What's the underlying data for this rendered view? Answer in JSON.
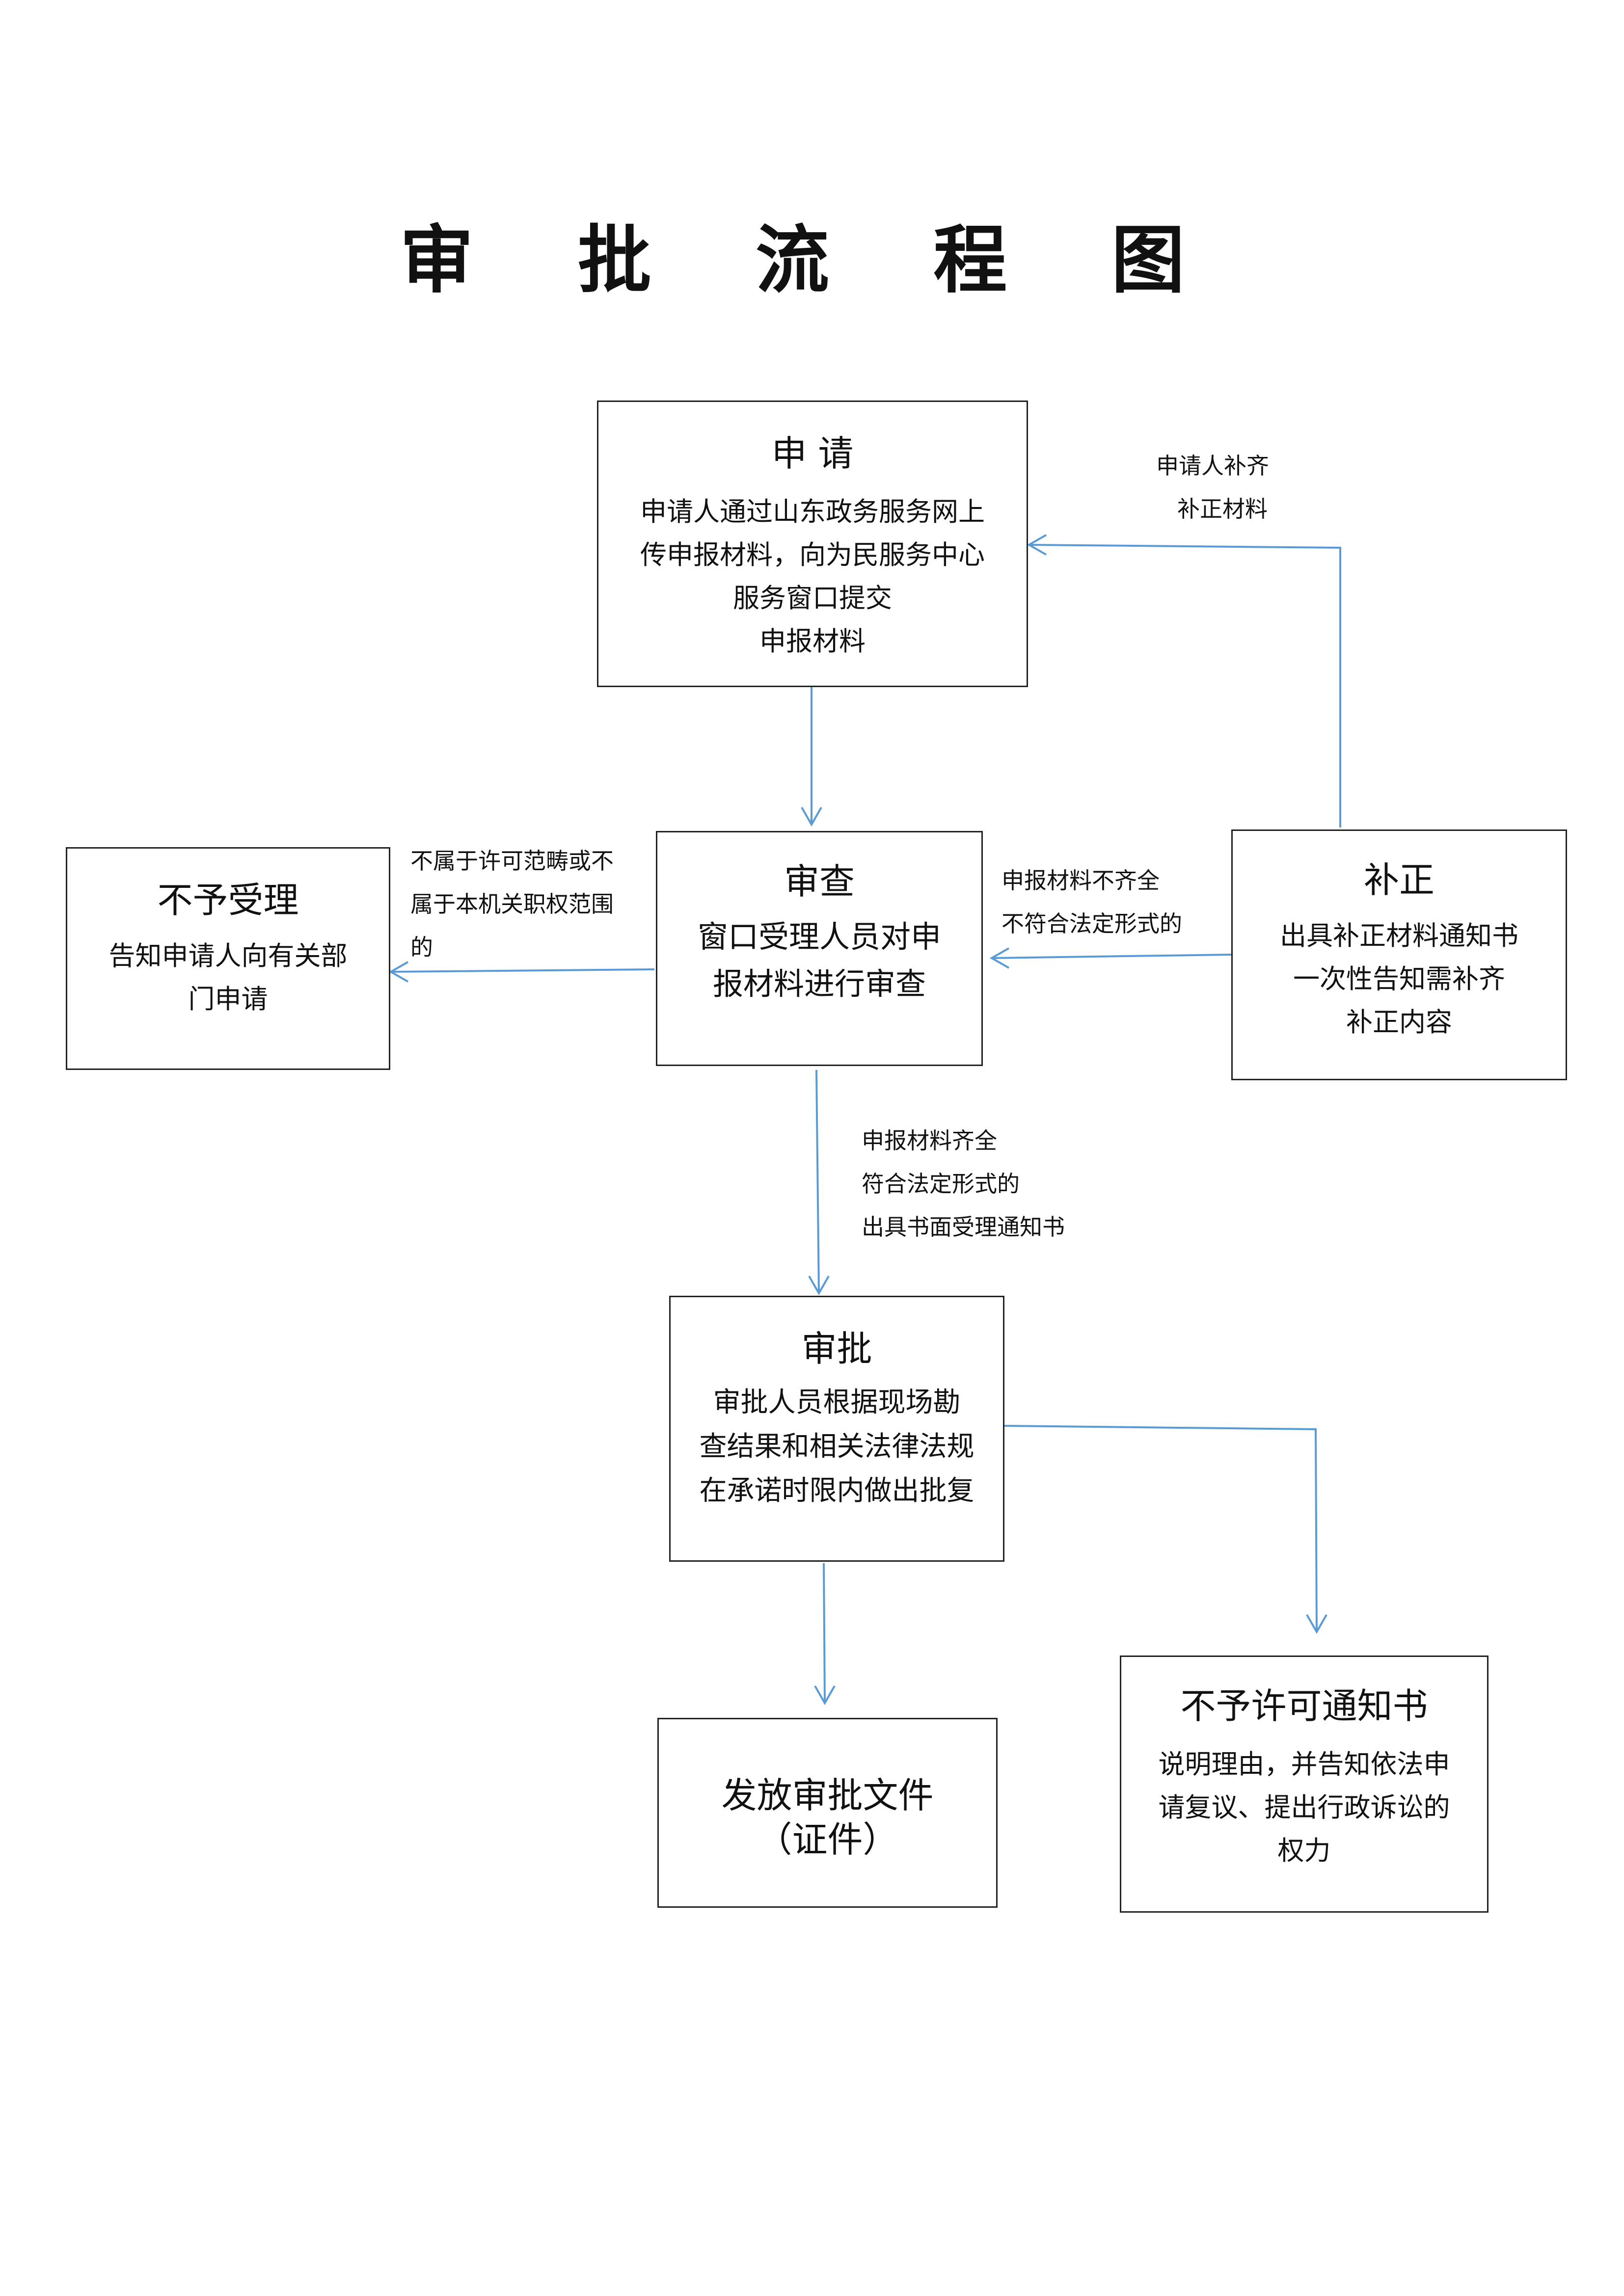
{
  "title": "审 批 流 程 图",
  "nodes": {
    "apply": {
      "title": "申 请",
      "lines": [
        "申请人通过山东政务服务网上",
        "传申报材料，向为民服务中心",
        "服务窗口提交",
        "申报材料"
      ]
    },
    "review": {
      "title": "审查",
      "lines": [
        "窗口受理人员对申",
        "报材料进行审查"
      ]
    },
    "reject": {
      "title": "不予受理",
      "lines": [
        "告知申请人向有关部",
        "门申请"
      ]
    },
    "supplement": {
      "title": "补正",
      "lines": [
        "出具补正材料通知书",
        "一次性告知需补齐",
        "补正内容"
      ]
    },
    "approve": {
      "title": "审批",
      "lines": [
        "审批人员根据现场勘",
        "查结果和相关法律法规",
        "在承诺时限内做出批复"
      ]
    },
    "issue": {
      "title": "发放审批文件",
      "lines": [
        "（证件）"
      ]
    },
    "deny": {
      "title": "不予许可通知书",
      "lines": [
        "说明理由，并告知依法申",
        "请复议、提出行政诉讼的",
        "权力"
      ]
    }
  },
  "edge_labels": {
    "resubmit": [
      "申请人补齐",
      "补正材料"
    ],
    "out_of_scope": [
      "不属于许可范畴或不",
      "属于本机关职权范围",
      "的"
    ],
    "incomplete": [
      "申报材料不齐全",
      "不符合法定形式的"
    ],
    "complete": [
      "申报材料齐全",
      "符合法定形式的",
      "出具书面受理通知书"
    ]
  },
  "colors": {
    "arrow": "#5b9bd5",
    "border": "#222222"
  }
}
